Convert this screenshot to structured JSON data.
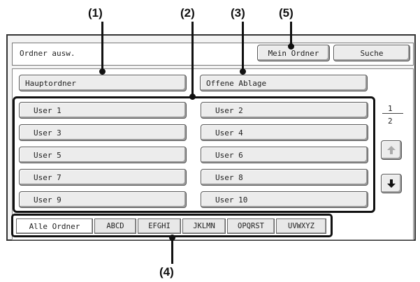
{
  "callouts": {
    "c1": "(1)",
    "c2": "(2)",
    "c3": "(3)",
    "c4": "(4)",
    "c5": "(5)"
  },
  "header": {
    "title": "Ordner ausw.",
    "my_folder_button": "Mein Ordner",
    "search_button": "Suche"
  },
  "folders": {
    "main": "Hauptordner",
    "open": "Offene Ablage"
  },
  "users": [
    "User 1",
    "User 2",
    "User 3",
    "User 4",
    "User 5",
    "User 6",
    "User 7",
    "User 8",
    "User 9",
    "User 10"
  ],
  "pagination": {
    "current": "1",
    "total": "2",
    "up_icon": "arrow-up-icon",
    "down_icon": "arrow-down-icon"
  },
  "tabs": [
    "Alle Ordner",
    "ABCD",
    "EFGHI",
    "JKLMN",
    "OPQRST",
    "UVWXYZ"
  ],
  "colors": {
    "screen_bg": "#f3f3f3",
    "button_bg": "#ececec",
    "highlight": "#111111"
  }
}
